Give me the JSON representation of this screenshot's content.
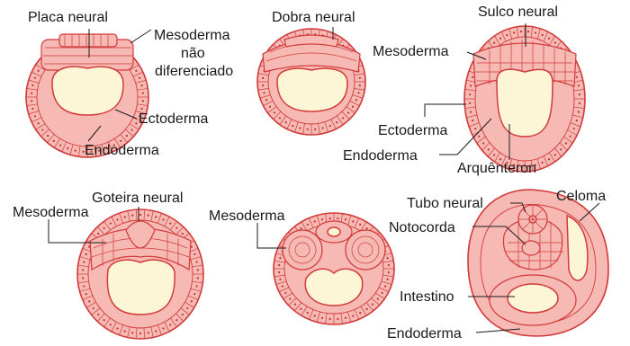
{
  "labels": {
    "placa_neural": "Placa neural",
    "mesoderma_nao": "Mesoderma",
    "nao": "não",
    "diferenciado": "diferenciado",
    "ectoderma_1": "Ectoderma",
    "endoderma_1": "Endoderma",
    "dobra_neural": "Dobra neural",
    "sulco_neural": "Sulco neural",
    "mesoderma_3": "Mesoderma",
    "ectoderma_3": "Ectoderma",
    "endoderma_3": "Endoderma",
    "arquenteron": "Arquênteron",
    "goteira_neural": "Goteira neural",
    "mesoderma_4": "Mesoderma",
    "mesoderma_5": "Mesoderma",
    "tubo_neural": "Tubo neural",
    "celoma": "Celoma",
    "notocorda": "Notocorda",
    "intestino": "Intestino",
    "endoderma_6": "Endoderma"
  },
  "colors": {
    "cell_fill": "#f6b9b4",
    "cell_line": "#d23a3a",
    "cavity": "#fcf5d6",
    "text": "#1a1a1a"
  }
}
